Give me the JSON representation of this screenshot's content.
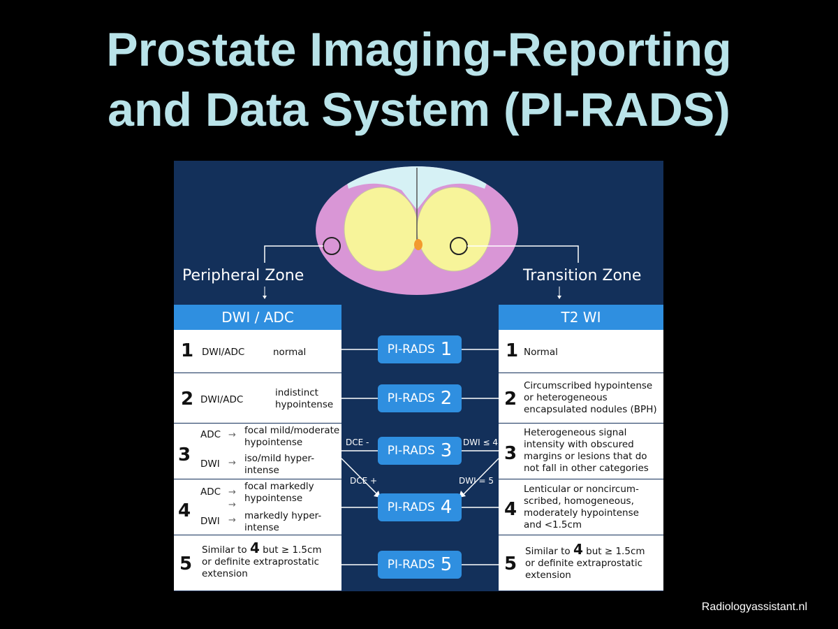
{
  "title": {
    "line1": "Prostate Imaging-Reporting",
    "line2": "and Data System (PI-RADS)"
  },
  "zones": {
    "peripheral": "Peripheral Zone",
    "transition": "Transition Zone"
  },
  "left_header": "DWI / ADC",
  "right_header": "T2 WI",
  "left_rows": [
    {
      "num": "1",
      "a": "DWI/ADC",
      "b": "normal"
    },
    {
      "num": "2",
      "a": "DWI/ADC",
      "b1": "indistinct",
      "b2": "hypointense"
    },
    {
      "num": "3",
      "l1k": "ADC",
      "l1v1": "focal mild/moderate",
      "l1v2": "hypointense",
      "l2k": "DWI",
      "l2v1": "iso/mild hyper-",
      "l2v2": "intense"
    },
    {
      "num": "4",
      "l1k": "ADC",
      "l1v1": "focal markedly",
      "l1v2": "hypointense",
      "l2k": "DWI",
      "l2v1": "markedly hyper-",
      "l2v2": "intense"
    },
    {
      "num": "5",
      "t1a": "Similar to",
      "t1n": "4",
      "t1b": "but ≥ 1.5cm",
      "t2": "or definite extraprostatic",
      "t3": "extension"
    }
  ],
  "right_rows": [
    {
      "num": "1",
      "lines": [
        "Normal"
      ]
    },
    {
      "num": "2",
      "lines": [
        "Circumscribed hypointense",
        "or heterogeneous",
        "encapsulated nodules (BPH)"
      ]
    },
    {
      "num": "3",
      "lines": [
        "Heterogeneous signal",
        "intensity with obscured",
        "margins or lesions that do",
        "not fall in other categories"
      ]
    },
    {
      "num": "4",
      "lines": [
        "Lenticular or noncircum-",
        "scribed, homogeneous,",
        "moderately hypointense",
        "and <1.5cm"
      ]
    },
    {
      "num": "5",
      "t1a": "Similar to",
      "t1n": "4",
      "t1b": "but ≥ 1.5cm",
      "t2": "or definite extraprostatic",
      "t3": "extension"
    }
  ],
  "badges": [
    {
      "label": "PI-RADS",
      "num": "1"
    },
    {
      "label": "PI-RADS",
      "num": "2"
    },
    {
      "label": "PI-RADS",
      "num": "3"
    },
    {
      "label": "PI-RADS",
      "num": "4"
    },
    {
      "label": "PI-RADS",
      "num": "5"
    }
  ],
  "conditions": {
    "dce_minus": "DCE -",
    "dce_plus": "DCE +",
    "dwi_le4": "DWI ≤ 4",
    "dwi_eq5": "DWI = 5"
  },
  "credit": "Radiologyassistant.nl",
  "colors": {
    "title": "#b9e3e9",
    "panel": "#13305a",
    "accent_blue": "#2f8fe0",
    "peripheral_zone": "#d996d6",
    "transition_zone": "#f7f49a",
    "anterior_stroma": "#d6f1f5"
  }
}
